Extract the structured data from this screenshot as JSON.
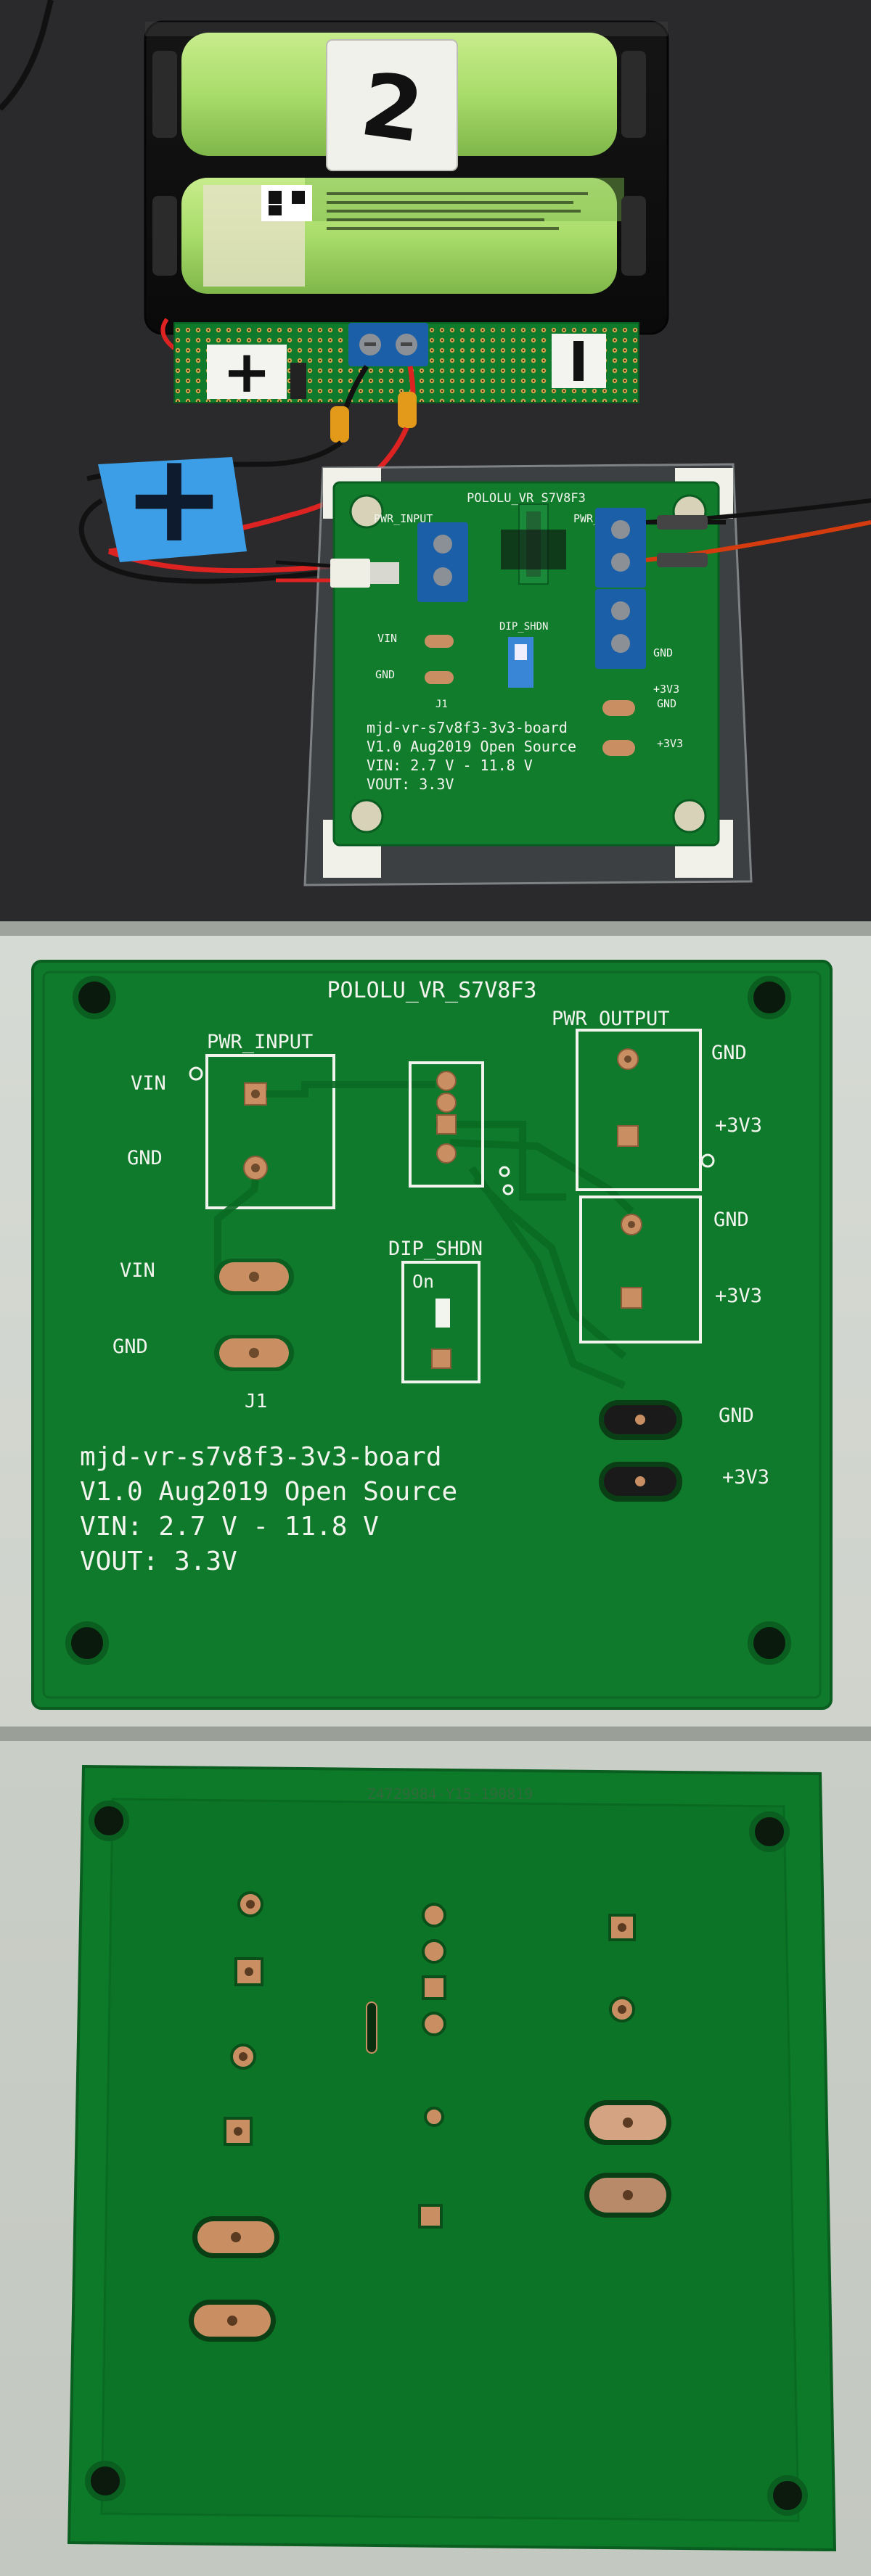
{
  "photo1": {
    "battery_number": "2",
    "plus_marker": "+",
    "minus_marker": "-",
    "tape_marker": "+",
    "board": {
      "title": "POLOLU_VR_S7V8F3",
      "pwr_input": "PWR_INPUT",
      "pwr_output": "PWR_OUTPUT",
      "vin": "VIN",
      "gnd": "GND",
      "j1": "J1",
      "dip": "DIP_SHDN",
      "gnd_out": "GND",
      "v33": "+3V3",
      "gnd_out2": "GND",
      "v33b": "+3V3",
      "line1": "mjd-vr-s7v8f3-3v3-board",
      "line2": "V1.0 Aug2019 Open Source",
      "line3": "VIN: 2.7 V - 11.8 V",
      "line4": "VOUT: 3.3V"
    }
  },
  "photo2": {
    "title": "POLOLU_VR_S7V8F3",
    "pwr_input": "PWR_INPUT",
    "pwr_output": "PWR_OUTPUT",
    "vin_top": "VIN",
    "gnd_top": "GND",
    "vin_pad": "VIN",
    "gnd_pad": "GND",
    "j1": "J1",
    "dip": "DIP_SHDN",
    "dip_on": "On",
    "out_gnd1": "GND",
    "out_33_1": "+3V3",
    "out_gnd2": "GND",
    "out_33_2": "+3V3",
    "pad_gnd": "GND",
    "pad_33": "+3V3",
    "line1": "mjd-vr-s7v8f3-3v3-board",
    "line2": "V1.0 Aug2019 Open Source",
    "line3": "VIN: 2.7 V - 11.8 V",
    "line4": "VOUT: 3.3V"
  },
  "photo3": {
    "serial": "Z4729984-Y15-190819"
  },
  "colors": {
    "pcb": "#0d7a2a",
    "pcb_dark": "#086a22",
    "copper": "#c98f63",
    "silkscreen": "#f2f4ee",
    "terminal_blue": "#1b5fa8"
  }
}
